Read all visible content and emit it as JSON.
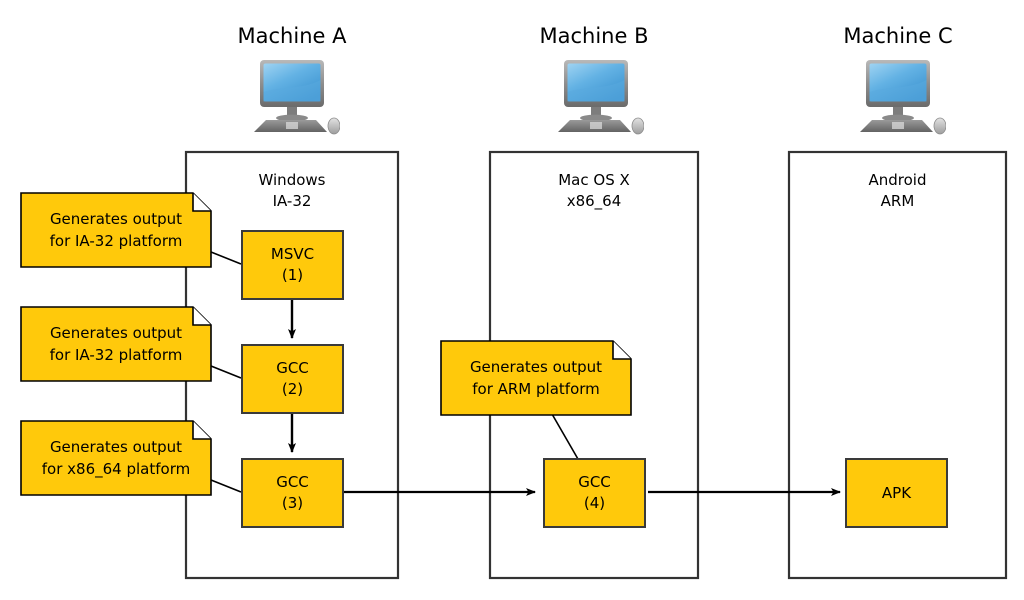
{
  "diagram": {
    "title_text": "",
    "colors": {
      "box_fill": "#FFC90B",
      "box_stroke": "#3a3a3a",
      "container_stroke": "#333333",
      "arrow": "#000000",
      "background": "#ffffff"
    }
  },
  "machines": [
    {
      "id": "machine-a",
      "title": "Machine A",
      "icon": "desktop-computer-icon",
      "os_line1": "Windows",
      "os_line2": "IA-32"
    },
    {
      "id": "machine-b",
      "title": "Machine B",
      "icon": "desktop-computer-icon",
      "os_line1": "Mac OS X",
      "os_line2": "x86_64"
    },
    {
      "id": "machine-c",
      "title": "Machine C",
      "icon": "desktop-computer-icon",
      "os_line1": "Android",
      "os_line2": "ARM"
    }
  ],
  "process_boxes": [
    {
      "id": "msvc-1",
      "line1": "MSVC",
      "line2": "(1)"
    },
    {
      "id": "gcc-2",
      "line1": "GCC",
      "line2": "(2)"
    },
    {
      "id": "gcc-3",
      "line1": "GCC",
      "line2": "(3)"
    },
    {
      "id": "gcc-4",
      "line1": "GCC",
      "line2": "(4)"
    },
    {
      "id": "apk",
      "line1": "APK",
      "line2": ""
    }
  ],
  "notes": [
    {
      "id": "note-ia32-msvc",
      "line1": "Generates output",
      "line2": "for IA-32 platform"
    },
    {
      "id": "note-ia32-gcc2",
      "line1": "Generates output",
      "line2": "for IA-32 platform"
    },
    {
      "id": "note-x8664-gcc3",
      "line1": "Generates output",
      "line2": "for x86_64 platform"
    },
    {
      "id": "note-arm-gcc4",
      "line1": "Generates output",
      "line2": "for ARM platform"
    }
  ]
}
